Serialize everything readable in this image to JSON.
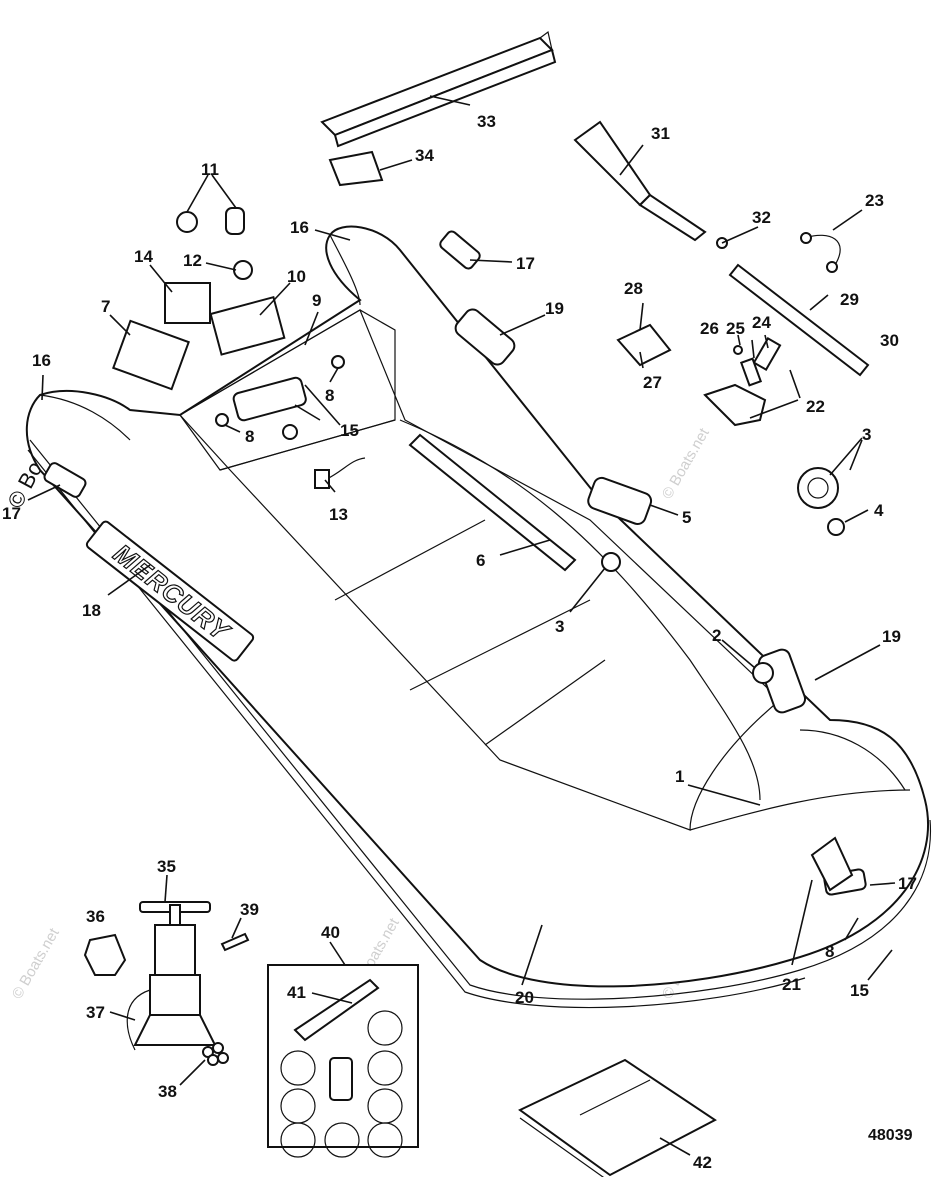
{
  "watermark": "© Boats.net",
  "figure_number": "48039",
  "brand_logo_text": "MERCURY",
  "callouts": {
    "c1": "1",
    "c2": "2",
    "c3a": "3",
    "c3b": "3",
    "c4": "4",
    "c5": "5",
    "c6": "6",
    "c7": "7",
    "c8a": "8",
    "c8b": "8",
    "c8c": "8",
    "c9": "9",
    "c10": "10",
    "c11": "11",
    "c12": "12",
    "c13": "13",
    "c14": "14",
    "c15a": "15",
    "c15b": "15",
    "c16a": "16",
    "c16b": "16",
    "c17a": "17",
    "c17b": "17",
    "c17c": "17",
    "c18": "18",
    "c19a": "19",
    "c19b": "19",
    "c20": "20",
    "c21": "21",
    "c22": "22",
    "c23": "23",
    "c24": "24",
    "c25": "25",
    "c26": "26",
    "c27": "27",
    "c28": "28",
    "c29": "29",
    "c30": "30",
    "c31": "31",
    "c32": "32",
    "c33": "33",
    "c34": "34",
    "c35": "35",
    "c36": "36",
    "c37": "37",
    "c38": "38",
    "c39": "39",
    "c40": "40",
    "c41": "41",
    "c42": "42"
  }
}
